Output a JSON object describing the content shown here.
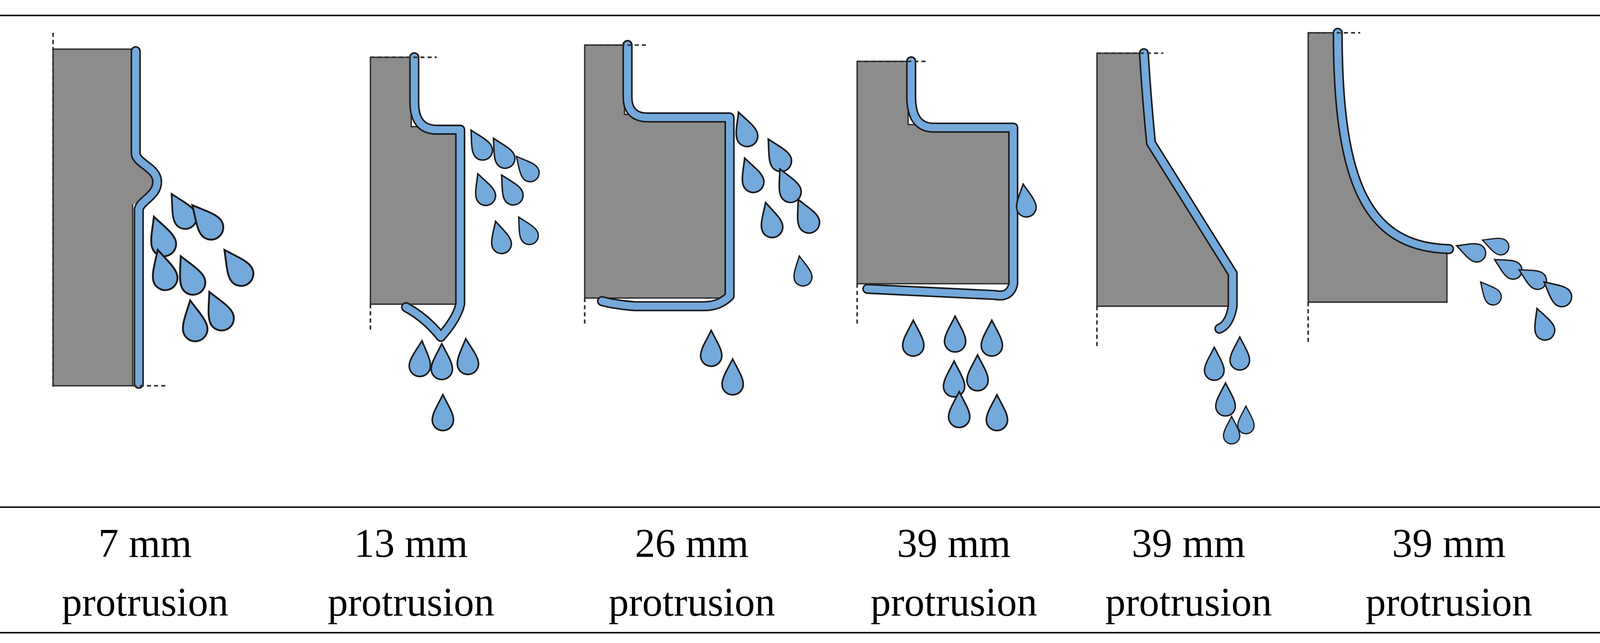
{
  "diagram": {
    "labels": [
      "7 mm protrusion",
      "13 mm protrusion",
      "26 mm protrusion",
      "39 mm protrusion",
      "39 mm protrusion",
      "39 mm protrusion"
    ]
  }
}
